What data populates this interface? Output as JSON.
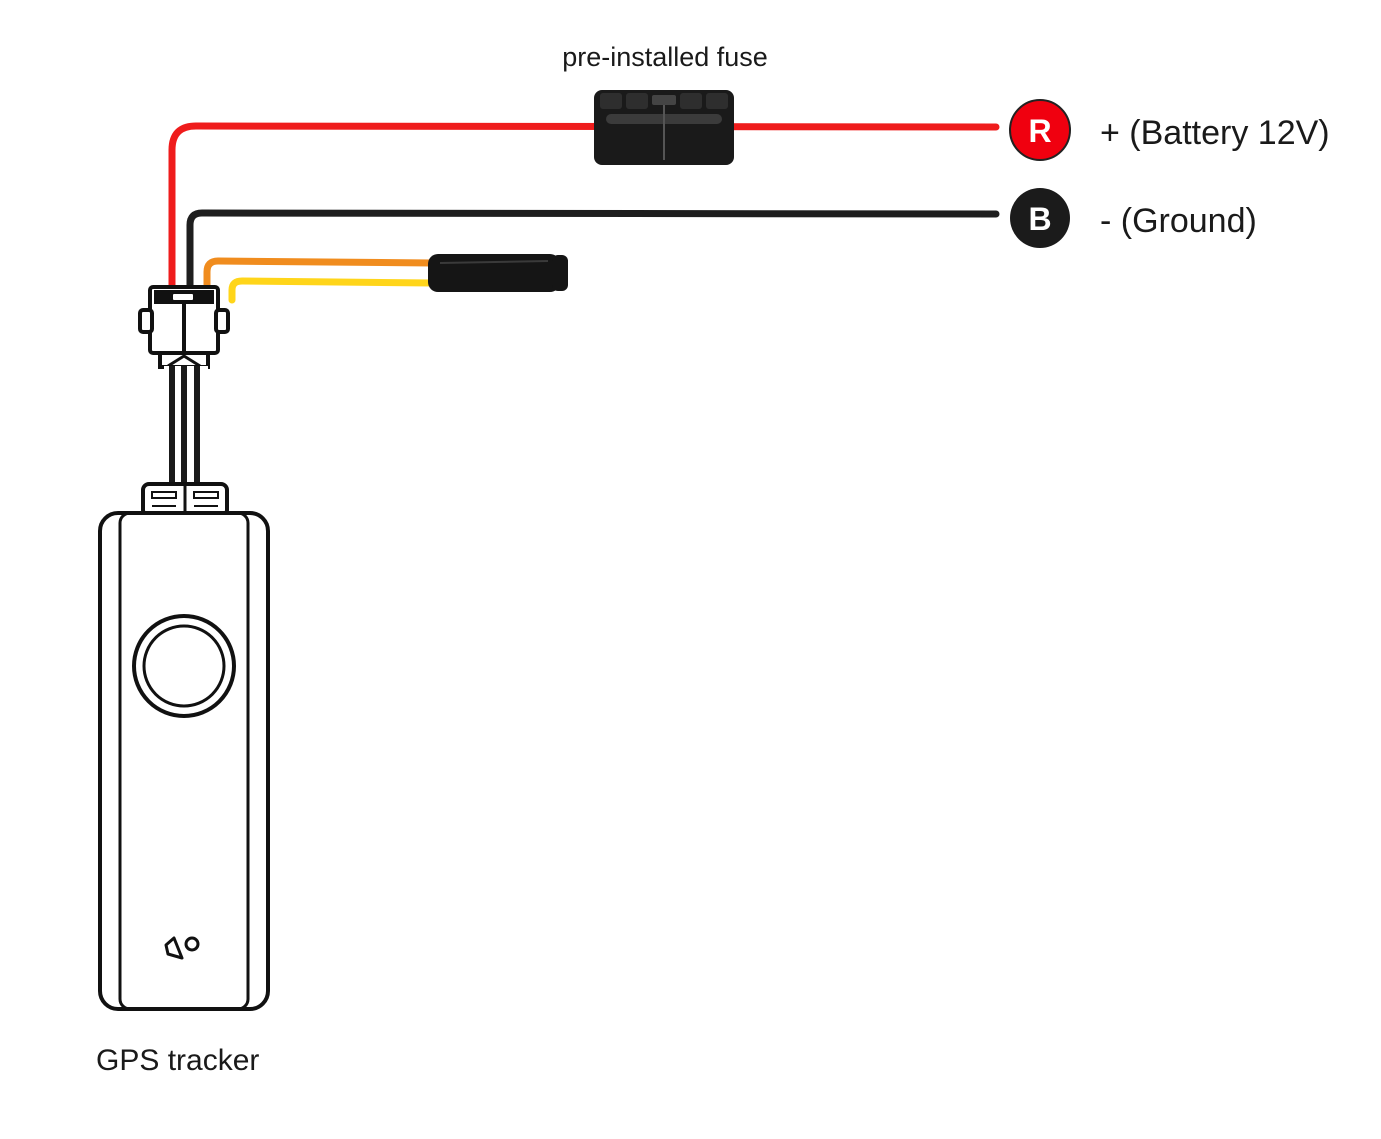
{
  "labels": {
    "fuse": "pre-installed fuse",
    "positive": "+ (Battery 12V)",
    "ground": "- (Ground)",
    "device": "GPS tracker"
  },
  "badges": {
    "red": {
      "letter": "R",
      "color": "#f0000f"
    },
    "black": {
      "letter": "B",
      "color": "#1b1b1b"
    }
  },
  "wire_colors": {
    "power": "#ef1c1c",
    "ground": "#1e1e1e",
    "orange": "#f08c1e",
    "yellow": "#ffd51a"
  },
  "icons": {
    "device_logo": "tracker-logo-icon"
  }
}
